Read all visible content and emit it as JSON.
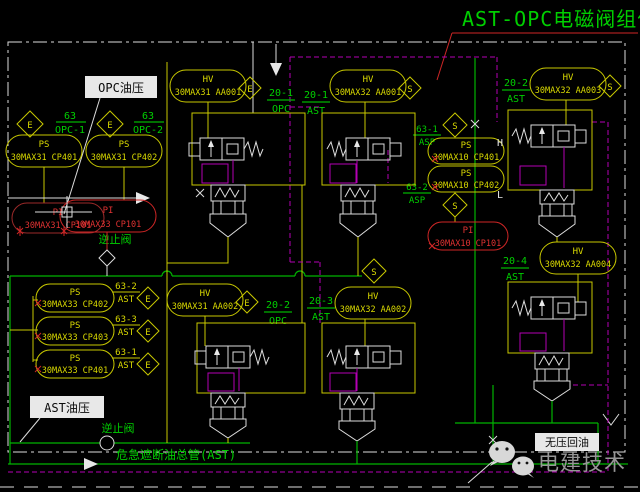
{
  "title": "AST-OPC电磁阀组件",
  "colors": {
    "background": "#000000",
    "cad_yellow": "#c9c900",
    "cad_green": "#00b400",
    "cad_magenta": "#b400b4",
    "cad_red": "#cf2626",
    "cad_white": "#dcdcdc",
    "watermark_gray": "#969696"
  },
  "callouts": {
    "opc_oil": "OPC油压",
    "ast_oil": "AST油压",
    "ret": "无压回油"
  },
  "notes": {
    "check1": "逆止阀",
    "check2": "逆止阀",
    "header": "危急遮断油总管(AST)",
    "watermark": "电建技术"
  },
  "modules": [
    {
      "l1": "HV",
      "l2": "30MAX31 AA001",
      "dia": "E",
      "pn": "20-1",
      "ps": "OPC"
    },
    {
      "l1": "HV",
      "l2": "30MAX32 AA001",
      "dia": "S",
      "pn": "20-1",
      "ps": "AST"
    },
    {
      "l1": "HV",
      "l2": "30MAX32 AA003",
      "dia": "S",
      "pn": "20-2",
      "ps": "AST"
    },
    {
      "l1": "HV",
      "l2": "30MAX31 AA002",
      "dia": "E",
      "pn": "20-2",
      "ps": "OPC"
    },
    {
      "l1": "HV",
      "l2": "30MAX32 AA002",
      "dia": "S",
      "pn": "20-3",
      "ps": "AST"
    },
    {
      "l1": "HV",
      "l2": "30MAX32 AA004",
      "dia": "",
      "pn": "20-4",
      "ps": "AST"
    }
  ],
  "opc_ps": [
    {
      "l1": "PS",
      "l2": "30MAX31 CP401",
      "dia": "E",
      "tn": "63",
      "ts": "OPC-1"
    },
    {
      "l1": "PS",
      "l2": "30MAX31 CP402",
      "dia": "E",
      "tn": "63",
      "ts": "OPC-2"
    }
  ],
  "ast_ps": [
    {
      "l1": "PS",
      "l2": "30MAX33 CP402",
      "dia": "E",
      "tn": "63-2",
      "ts": "AST"
    },
    {
      "l1": "PS",
      "l2": "30MAX33 CP403",
      "dia": "E",
      "tn": "63-3",
      "ts": "AST"
    },
    {
      "l1": "PS",
      "l2": "30MAX33 CP401",
      "dia": "E",
      "tn": "63-1",
      "ts": "AST"
    }
  ],
  "asp_ps": [
    {
      "l1": "PS",
      "l2": "30MAX10 CP401",
      "dia": "S",
      "tn": "63-1",
      "ts": "ASP",
      "side": "H"
    },
    {
      "l1": "PS",
      "l2": "30MAX10 CP402",
      "dia": "S",
      "tn": "63-2",
      "ts": "ASP",
      "side": "L"
    }
  ],
  "pi": [
    {
      "l1": "PI",
      "l2": "30MAX31 CP101"
    },
    {
      "l1": "PI",
      "l2": "30MAX33 CP101"
    },
    {
      "l1": "PI",
      "l2": "30MAX10 CP101"
    }
  ]
}
